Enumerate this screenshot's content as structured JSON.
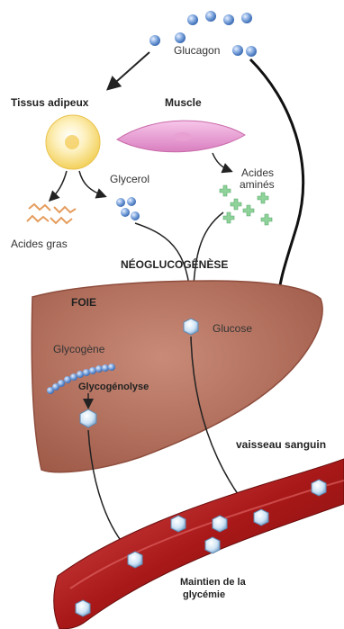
{
  "labels": {
    "glucagon": "Glucagon",
    "tissus_adipeux": "Tissus adipeux",
    "muscle": "Muscle",
    "glycerol": "Glycerol",
    "acides_amines_line1": "Acides",
    "acides_amines_line2": "aminés",
    "acides_gras": "Acides gras",
    "neoglucogenese": "NÉOGLUCOGÊNÈSE",
    "foie": "FOIE",
    "glucose": "Glucose",
    "glycogene": "Glycogène",
    "glycogenolyse": "Glycogénolyse",
    "vaisseau_sanguin": "vaisseau sanguin",
    "maintien_line1": "Maintien de la",
    "maintien_line2": "glycémie"
  },
  "colors": {
    "liver": "#b8715f",
    "liver_edge": "#8e4d3d",
    "vessel": "#b71c1c",
    "vessel_light": "#e05050",
    "fat_cell": "#fbe7a3",
    "muscle": "#ec9fd2",
    "molecule_blue": "#7fa6dd",
    "glucose": "#cfe3f5",
    "amino_green": "#8fd39a",
    "fatty_acid": "#e59d5d",
    "arrow": "#222222"
  },
  "icons": {
    "glucagon": "blue-sphere-molecule-icon",
    "glucose": "hexagon-glucose-molecule-icon",
    "amino_acid": "green-cross-molecule-icon",
    "fatty_acid": "zigzag-chain-icon",
    "glycerol": "blue-sphere-pair-icon"
  }
}
